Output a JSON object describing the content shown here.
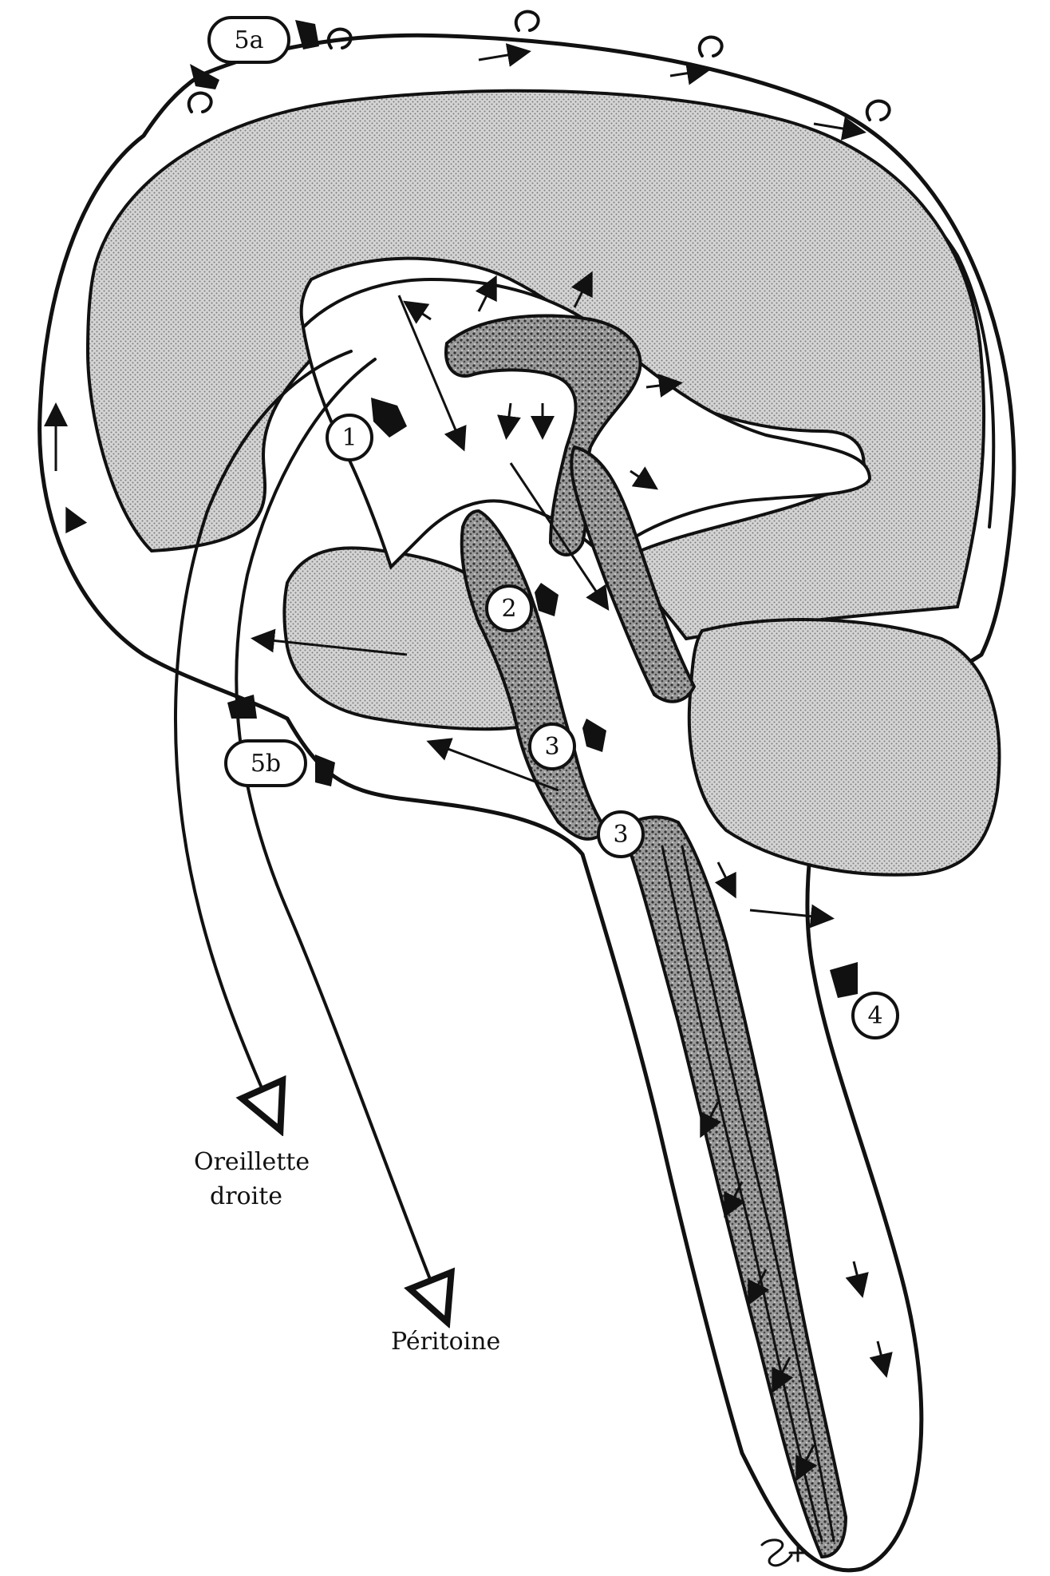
{
  "callouts": [
    {
      "id": "1",
      "label": "1"
    },
    {
      "id": "2",
      "label": "2"
    },
    {
      "id": "3a",
      "label": "3"
    },
    {
      "id": "3b",
      "label": "3"
    },
    {
      "id": "4",
      "label": "4"
    },
    {
      "id": "5a",
      "label": "5a"
    },
    {
      "id": "5b",
      "label": "5b"
    }
  ],
  "captions": {
    "oreillette_line1": "Oreillette",
    "oreillette_line2": "droite",
    "peritoine": "Péritoine"
  },
  "signature": "Ƶ+",
  "colors": {
    "ink": "#111111",
    "paper": "#ffffff",
    "shade": "#bdbdbd"
  }
}
